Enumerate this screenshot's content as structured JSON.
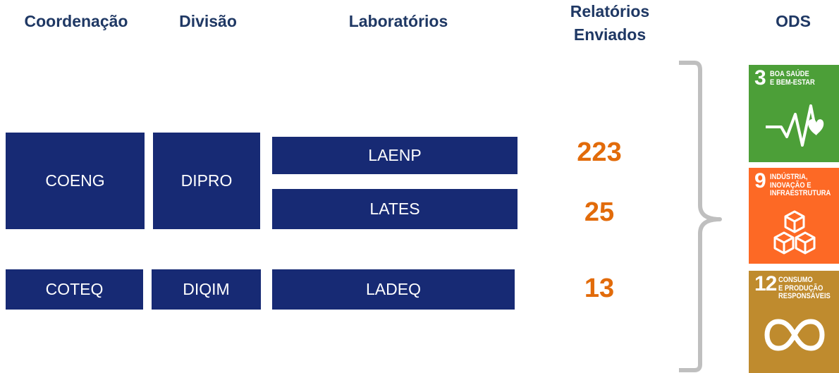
{
  "headers": {
    "coordenacao": "Coordenação",
    "divisao": "Divisão",
    "laboratorios": "Laboratórios",
    "relatorios_line1": "Relatórios",
    "relatorios_line2": "Enviados",
    "ods": "ODS"
  },
  "rows": {
    "coeng": {
      "coordenacao": "COENG",
      "divisao": "DIPRO",
      "lab1": "LAENP",
      "count1": "223",
      "lab2": "LATES",
      "count2": "25"
    },
    "coteq": {
      "coordenacao": "COTEQ",
      "divisao": "DIQIM",
      "lab": "LADEQ",
      "count": "13"
    }
  },
  "ods_cards": [
    {
      "number": "3",
      "title": "BOA SAÚDE\nE BEM-ESTAR",
      "color": "#4c9f38",
      "icon": "heartbeat-icon"
    },
    {
      "number": "9",
      "title": "INDÚSTRIA,\nINOVAÇÃO E\nINFRAESTRUTURA",
      "color": "#fd6925",
      "icon": "cubes-icon"
    },
    {
      "number": "12",
      "title": "CONSUMO\nE PRODUÇÃO\nRESPONSÁVEIS",
      "color": "#bf8b2e",
      "icon": "infinity-icon"
    }
  ],
  "colors": {
    "box": "#172a74",
    "header": "#1f3864",
    "count": "#e26b0a",
    "brace": "#bfbfbf"
  }
}
